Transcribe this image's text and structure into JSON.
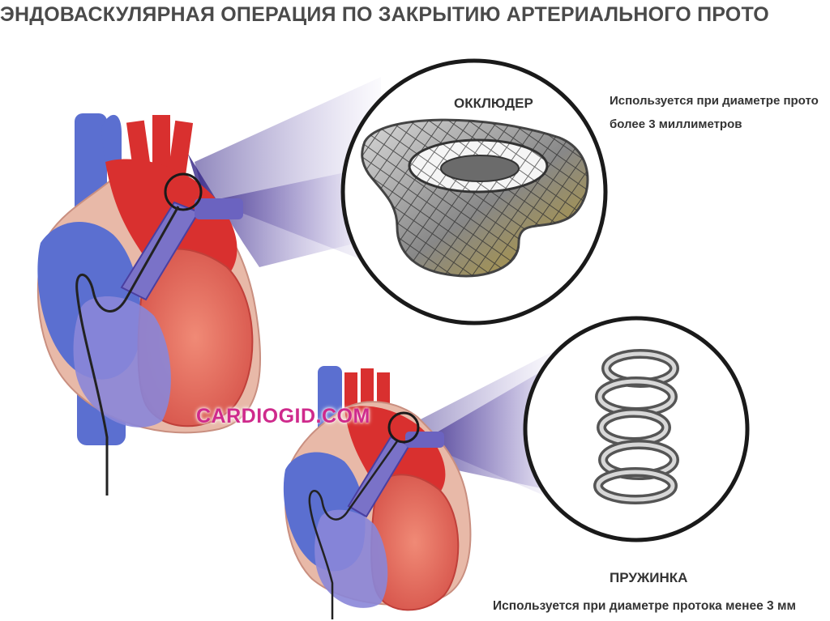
{
  "title": "ЭНДОВАСКУЛЯРНАЯ ОПЕРАЦИЯ ПО ЗАКРЫТИЮ АРТЕРИАЛЬНОГО ПРОТО",
  "occluder": {
    "label": "ОККЛЮДЕР",
    "desc_line1": "Используется при диаметре прото",
    "desc_line2": "более 3 миллиметров"
  },
  "spring": {
    "label": "ПРУЖИНКА",
    "desc": "Используется при диаметре протока менее 3 мм"
  },
  "watermark": "CARDIOGID.COM",
  "colors": {
    "vein_blue": "#5b6fd0",
    "artery_red": "#d9302f",
    "myocardium": "#e36a5a",
    "beam_purple": "#3a2a8a",
    "catheter": "#222222"
  }
}
